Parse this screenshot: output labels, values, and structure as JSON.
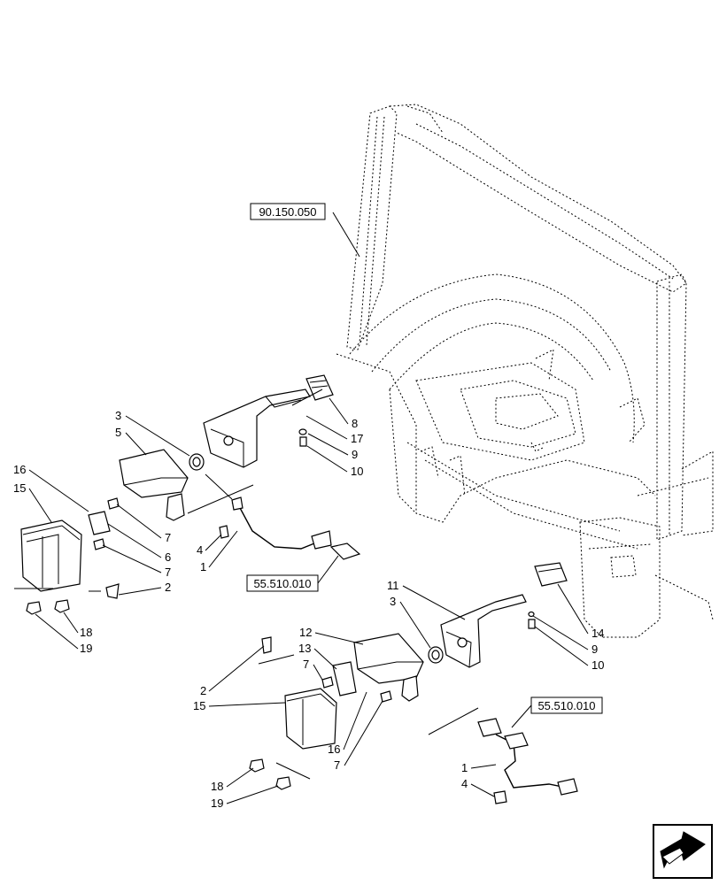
{
  "references": {
    "top": "90.150.050",
    "left_wiring": "55.510.010",
    "right_wiring": "55.510.010"
  },
  "callouts": {
    "left": {
      "c3": "3",
      "c5": "5",
      "c16": "16",
      "c15": "15",
      "c8": "8",
      "c17": "17",
      "c9": "9",
      "c10": "10",
      "c7a": "7",
      "c6": "6",
      "c7b": "7",
      "c4": "4",
      "c1": "1",
      "c2": "2",
      "c18": "18",
      "c19": "19"
    },
    "right": {
      "c11": "11",
      "c3": "3",
      "c12": "12",
      "c13": "13",
      "c7a": "7",
      "c2": "2",
      "c15": "15",
      "c14": "14",
      "c9": "9",
      "c10": "10",
      "c16": "16",
      "c7b": "7",
      "c1": "1",
      "c4": "4",
      "c18": "18",
      "c19": "19"
    }
  },
  "nav_icon": "next-page-arrow-icon"
}
